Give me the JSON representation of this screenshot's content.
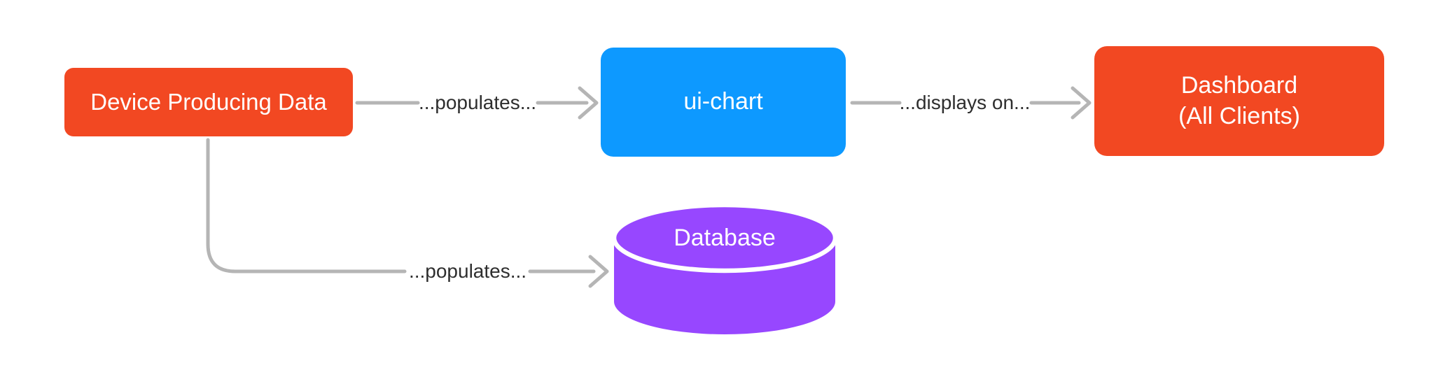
{
  "diagram": {
    "background": "#FFFFFF",
    "connector_color": "#B5B5B5",
    "edge_label_color": "#2E2E2E",
    "nodes": {
      "device": {
        "label": "Device Producing Data",
        "shape": "rounded-rect",
        "fill": "#F24822",
        "text_color": "#FFFFFF"
      },
      "ui_chart": {
        "label": "ui-chart",
        "shape": "rounded-rect",
        "fill": "#0D99FF",
        "text_color": "#FFFFFF"
      },
      "dashboard": {
        "label_line1": "Dashboard",
        "label_line2": "(All Clients)",
        "shape": "rounded-rect",
        "fill": "#F24822",
        "text_color": "#FFFFFF"
      },
      "database": {
        "label": "Database",
        "shape": "cylinder",
        "fill": "#9747FF",
        "separator_color": "#FFFFFF",
        "text_color": "#FFFFFF"
      }
    },
    "edges": [
      {
        "from": "device",
        "to": "ui_chart",
        "label": "...populates..."
      },
      {
        "from": "ui_chart",
        "to": "dashboard",
        "label": "...displays on..."
      },
      {
        "from": "device",
        "to": "database",
        "label": "...populates..."
      }
    ]
  }
}
